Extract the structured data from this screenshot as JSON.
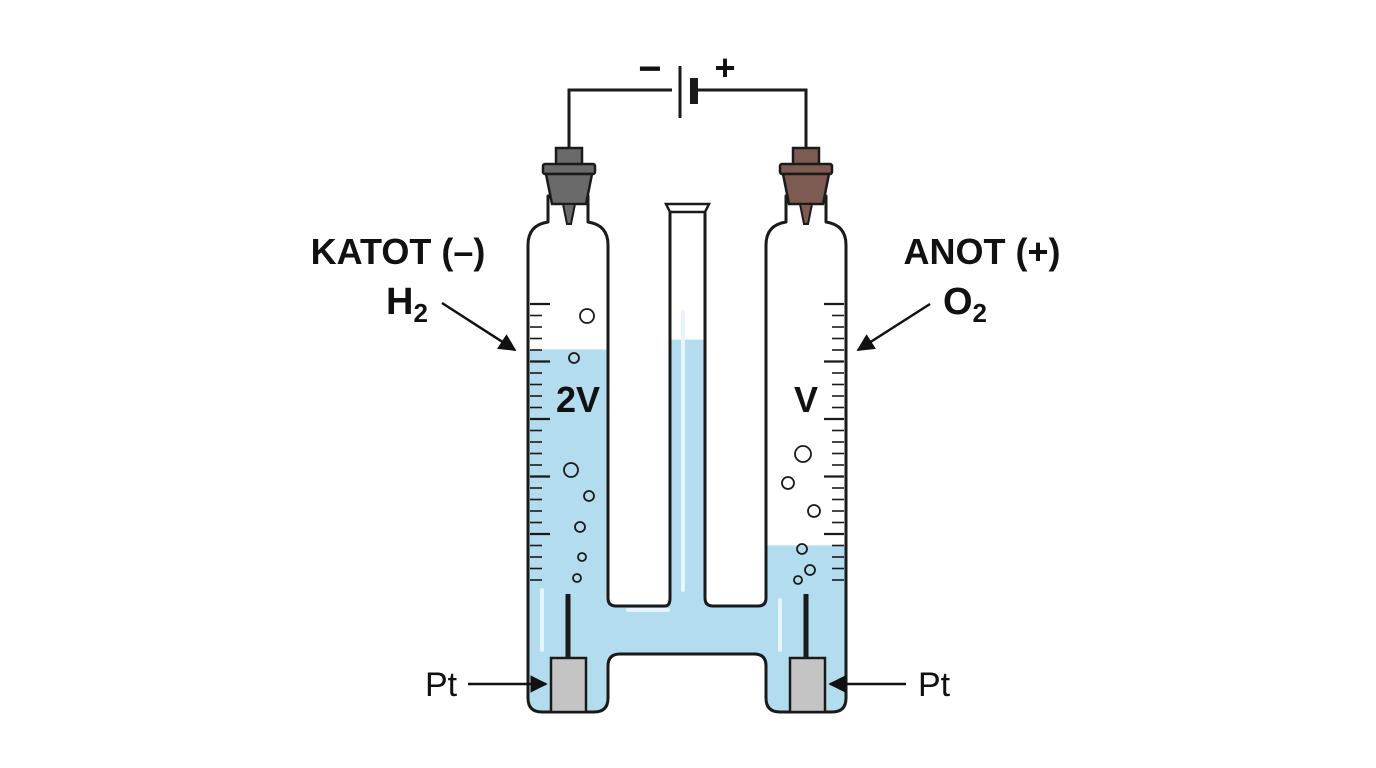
{
  "battery": {
    "minus_sign": "−",
    "plus_sign": "+",
    "plus_color": "#c0282d"
  },
  "cathode": {
    "label": "KATOT (–)",
    "gas_symbol": "H",
    "gas_subscript": "2",
    "volume_label": "2V",
    "cap_color": "#6a6a6a"
  },
  "anode": {
    "label": "ANOT (+)",
    "gas_symbol": "O",
    "gas_subscript": "2",
    "volume_label": "V",
    "cap_color": "#7d5a52"
  },
  "electrodes": {
    "left_label": "Pt",
    "right_label": "Pt",
    "color": "#c4c4c4"
  },
  "colors": {
    "water": "#b3dcef",
    "outline": "#1a1a1a",
    "highlight": "#e6f4fb"
  },
  "water_levels": {
    "left_fraction": 0.74,
    "right_fraction": 0.34,
    "center_fraction": 0.76
  }
}
